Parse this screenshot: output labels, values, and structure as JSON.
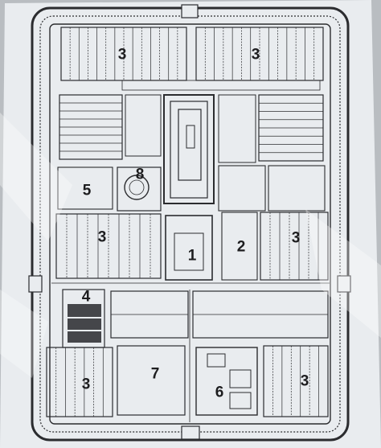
{
  "plan": {
    "labels": {
      "barracks_north_left": "3",
      "barracks_north_right": "3",
      "barracks_mid_left": "3",
      "barracks_mid_right": "3",
      "barracks_south_left": "3",
      "barracks_south_right": "3",
      "principia": "1",
      "praetorium": "2",
      "horreum": "4",
      "fabrica": "5",
      "thermae": "6",
      "valetudinarium": "7",
      "bath_house": "8"
    }
  },
  "colors": {
    "background": "#b9bdc1",
    "paper": "#e9ecef",
    "ink": "#2b2c2f"
  }
}
